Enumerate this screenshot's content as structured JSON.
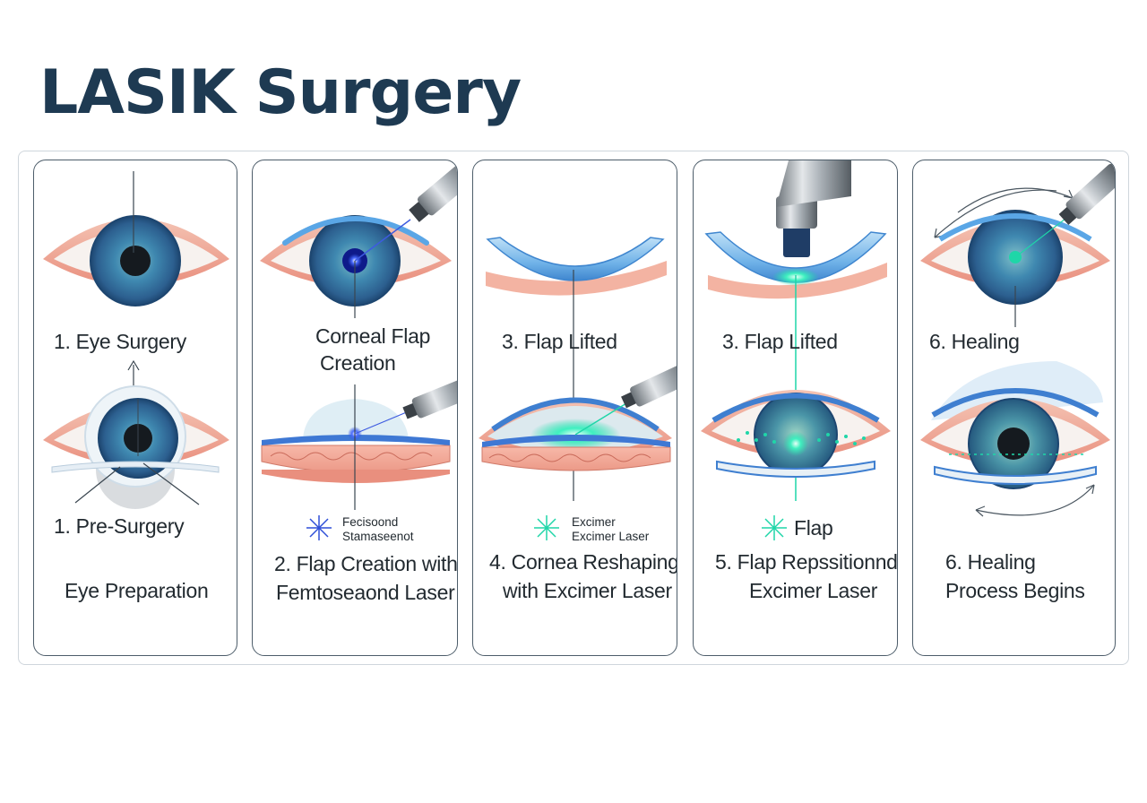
{
  "title": "LASIK Surgery",
  "panels": [
    {
      "top_label": "1. Eye Surgery",
      "bottom_label": "1. Pre-Surgery",
      "caption": "Eye Preparation"
    },
    {
      "top_label_1": "Corneal Flap",
      "top_label_2": "Creation",
      "laser_1": "Fecisoond",
      "laser_2": "Stamaseenot",
      "caption_1": "2. Flap Creation with",
      "caption_2": "Femtoseaond Laser"
    },
    {
      "top_label": "3. Flap Lifted",
      "laser_1": "Excimer",
      "laser_2": "Excimer Laser",
      "caption_1": "4. Cornea Reshaping",
      "caption_2": "with Excimer Laser"
    },
    {
      "top_label": "3. Flap Lifted",
      "laser": "Flap",
      "caption_1": "5. Flap Repssitionnd",
      "caption_2": "Excimer Laser"
    },
    {
      "top_label": "6. Healing",
      "caption_1": "6. Healing",
      "caption_2": "Process Begins"
    }
  ],
  "colors": {
    "title": "#1e3a52",
    "iris": "#3a78a8",
    "flap": "#4a90d9",
    "tissue": "#f2a99a",
    "laser_blue": "#2f4fd8",
    "laser_green": "#1fd6a8"
  }
}
